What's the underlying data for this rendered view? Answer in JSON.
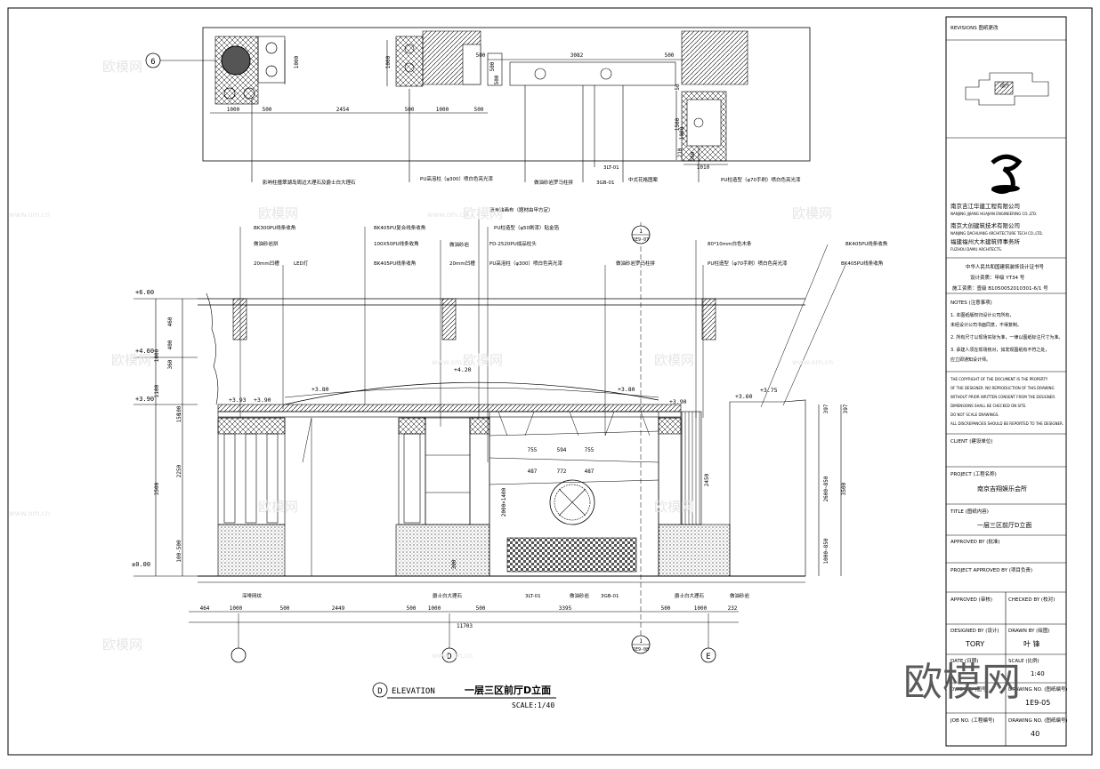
{
  "drawing": {
    "title_cn": "一层三区前厅D立面",
    "elevation_label": "ELEVATION",
    "elevation_id": "D",
    "scale": "SCALE:1/40",
    "total_width": "11703",
    "grid_marks": [
      "6",
      "D",
      "E",
      ""
    ],
    "section_mark_top": {
      "num": "1",
      "sheet": "1E9-07"
    },
    "section_mark_bottom": {
      "num": "1",
      "sheet": "1E9-08"
    },
    "levels": [
      "+6.00",
      "+4.60",
      "+3.90",
      "±0.00"
    ],
    "top_levels": [
      "+3.93",
      "+3.90",
      "+3.80",
      "+4.20",
      "+3.80",
      "+3.90",
      "+3.60",
      "+3.75"
    ],
    "plan_dims_bottom": [
      "1000",
      "500",
      "2454",
      "500",
      "1000",
      "500"
    ],
    "plan_dims_top": [
      "500",
      "3082",
      "500"
    ],
    "plan_dims_vertical": [
      "1000",
      "1000",
      "500",
      "500",
      "50",
      "1500",
      "1000",
      "210"
    ],
    "plan_dims_misc": [
      "1010",
      "560"
    ],
    "elev_dims_bottom": [
      "464",
      "1000",
      "500",
      "2449",
      "500",
      "1000",
      "500",
      "3395",
      "500",
      "1000",
      "232"
    ],
    "elev_dims_left": [
      "3500",
      "2250",
      "100",
      "150",
      "460",
      "400",
      "360",
      "1100",
      "1000",
      "100-500"
    ],
    "elev_dims_right": [
      "3500",
      "2600~850",
      "1000~850",
      "397",
      "397"
    ],
    "center_dims": [
      "755",
      "594",
      "755",
      "487",
      "772",
      "487",
      "2000×1400",
      "2450",
      "300"
    ],
    "callouts_plan": [
      "影响柱撞翠湖岛周边大理石及爵士白大理石",
      "PU高泡柱（φ300）喷白色亮光漆",
      "做油砂岩罗马柱拼",
      "3GB-01",
      "3LT-01",
      "中式花格图案",
      "PU柱造型（φ70手刷）喷白色亮光漆"
    ],
    "callouts_elev_top": [
      "BK300PU线条收角",
      "做油砂岩拼",
      "20mm凹槽",
      "LED灯",
      "BK405PU复合线条收角",
      "100X50PU线条收角",
      "BK405PU线条收角",
      "做油砂岩",
      "20mm凹槽",
      "漫画油画布（题材由甲方定）",
      "PU柱造型（φ50刷漆）贴金箔",
      "FD-2520PU成品柱头",
      "PU高泡柱（φ300）喷白色亮光漆",
      "做油砂岩罗马柱拼",
      "80*10mm白色木条",
      "PU柱造型（φ70手刷）喷白色亮光漆",
      "BK405PU线条收角",
      "BK405PU线条收角"
    ],
    "callouts_elev_bottom": [
      "深啡网纹",
      "爵士白大理石",
      "3LT-01",
      "做油砂岩",
      "3GB-01",
      "爵士白大理石",
      "做油砂岩"
    ]
  },
  "title_block": {
    "revisions_label": "REVISIONS 图纸更改",
    "key_label": "前厅",
    "company_1": "南京吉江华建工程有限公司",
    "company_1_en": "NANJING JIJIANG HUAJIAN ENGINEERING CO.,LTD.",
    "company_2": "南京大创建筑技术有限公司",
    "company_2_en": "NANJING DACHUANG ARCHITECTURE TECH CO.,LTD.",
    "company_3": "福建福州大木建筑师事务所",
    "company_3_en": "FUZHOU DAMU ARCHITECTS.",
    "cert_1": "中华人民共和国建筑装饰设计证书号",
    "cert_2": "设计资质：甲级  YT34 号",
    "cert_3": "施工资质：壹级  B1050052010301-6/1 号",
    "notes_label": "NOTES (注意事项)",
    "notes_cn": [
      "1. 本图纸版权归设计公司所有，",
      "   未经设计公司书面同意，不得复制。",
      "2. 所有尺寸以现场实际为准，一律以图纸标注尺寸为准。",
      "3. 承建人须在现场核对，如发现图纸有不符之处，",
      "   应立即通知设计师。"
    ],
    "notes_en": [
      "THE COPYRIGHT OF THE DOCUMENT IS THE PROPERTY",
      "OF THE DESIGNER. NO REPRODUCTION OF THIS DRAWING",
      "WITHOUT PRIOR WRITTEN CONSENT FROM THE DESIGNER.",
      "DIMENSIONS SHALL BE CHECKED ON SITE.",
      "DO NOT SCALE DRAWINGS.",
      "ALL DISCREPANCIES SHOULD BE REPORTED TO THE DESIGNER."
    ],
    "client_label": "CLIENT (建设单位)",
    "project_label": "PROJECT (工程名称)",
    "project_name": "南京吉翔娱乐会所",
    "title_label": "TITLE (图纸内容)",
    "title_value": "一层三区前厅D立面",
    "approved_label": "APPROVED BY (批准)",
    "project_approved_label": "PROJECT APPROVED BY (项目负责)",
    "approved_2_label": "APPROVED (审核)",
    "checked_label": "CHECKED BY (校对)",
    "designed_label": "DESIGNED BY (设计)",
    "designer": "TORY",
    "drawn_label": "DRAWN BY (绘图)",
    "drawer": "叶 锋",
    "date_label": "DATE (日期)",
    "scale_label": "SCALE (比例)",
    "scale_value": "1:40",
    "dwg_label": "DWG NO. (图号)",
    "drawing_no": "1E9-05",
    "job_label": "JOB NO. (工程编号)",
    "sheet_label": "DRAWING NO. (图纸编号)",
    "sheet_no": "40"
  },
  "watermarks": {
    "logo": "欧模网",
    "url": "www.om.cn"
  }
}
